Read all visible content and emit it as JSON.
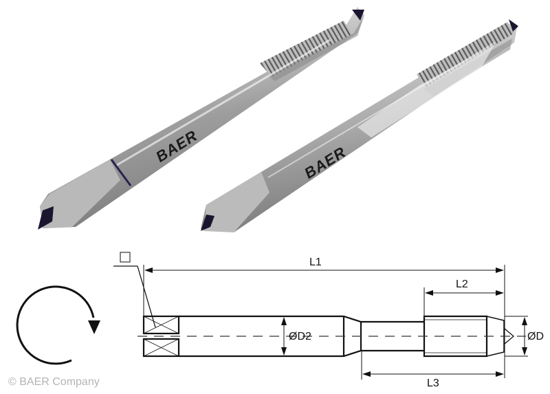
{
  "photo": {
    "brand_label": "BAER",
    "tool_count": 2,
    "tools": [
      {
        "name": "tap-left",
        "brand": "BAER"
      },
      {
        "name": "tap-right",
        "brand": "BAER"
      }
    ]
  },
  "diagram": {
    "dimensions": {
      "L1": "L1",
      "L2": "L2",
      "L3": "L3",
      "D": "ØD",
      "D2": "ØD2"
    },
    "square_symbol": "□",
    "rotation": "clockwise"
  },
  "copyright": "© BAER Company",
  "colors": {
    "background": "#ffffff",
    "line": "#111111",
    "steel_light": "#d8d8d8",
    "steel_mid": "#a9a9a9",
    "steel_dark": "#6e6e6e",
    "tip": "#1b1530",
    "copyright": "#b4b4b4"
  }
}
